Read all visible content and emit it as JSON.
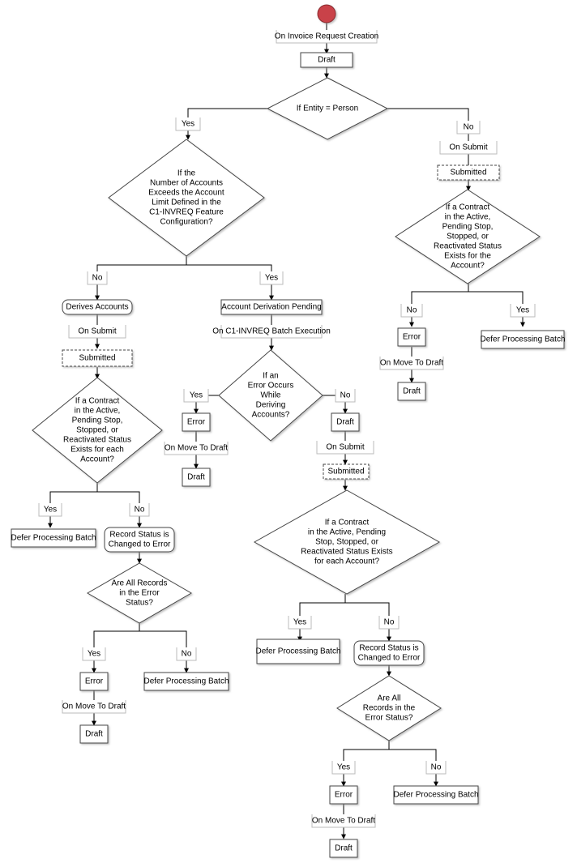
{
  "start": "On Invoice Request Creation",
  "draft_top": "Draft",
  "decision_entity": "If Entity = Person",
  "yes": "Yes",
  "no": "No",
  "on_submit": "On Submit",
  "submitted": "Submitted",
  "decision_person": [
    "If a Contract",
    "in the Active,",
    "Pending Stop,",
    "Stopped, or",
    "Reactivated Status",
    "Exists for the",
    "Account?"
  ],
  "error": "Error",
  "on_move_to_draft": "On Move To Draft",
  "draft": "Draft",
  "defer_processing_batch": "Defer Processing Batch",
  "decision_accounts": [
    "If the",
    "Number of Accounts",
    "Exceeds the Account",
    "Limit Defined in the",
    "C1-INVREQ Feature",
    "Configuration?"
  ],
  "derives_accounts": "Derives Accounts",
  "account_derivation_pending": "Account Derivation Pending",
  "on_batch_execution": "On C1-INVREQ Batch Execution",
  "decision_error_deriving": [
    "If an",
    "Error Occurs",
    "While",
    "Deriving",
    "Accounts?"
  ],
  "decision_contract_each_left": [
    "If a Contract",
    "in the Active,",
    "Pending Stop,",
    "Stopped, or",
    "Reactivated Status",
    "Exists for each",
    "Account?"
  ],
  "decision_contract_each_mid": [
    "If a Contract",
    "in the Active, Pending",
    "Stop, Stopped, or",
    "Reactivated Status Exists",
    "for each Account?"
  ],
  "record_status_changed": [
    "Record Status is",
    "Changed to Error"
  ],
  "decision_all_records_left": [
    "Are All Records",
    "in the Error",
    "Status?"
  ],
  "decision_all_records_mid": [
    "Are All",
    "Records in the",
    "Error Status?"
  ]
}
